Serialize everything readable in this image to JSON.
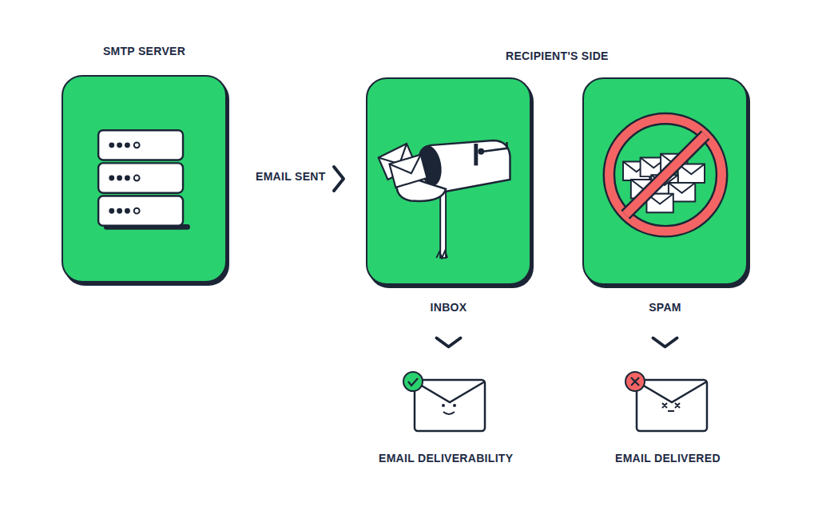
{
  "diagram": {
    "nodes": [
      {
        "text": [
          "SMTP SERVER"
        ]
      },
      {
        "text": [
          "INBOX"
        ]
      },
      {
        "text": [
          "SPAM"
        ]
      },
      {
        "text": [
          "EMAIL DELIVERABILITY"
        ]
      },
      {
        "text": [
          "EMAIL DELIVERED"
        ]
      }
    ],
    "edges": [
      {
        "from": 0,
        "to": 1,
        "label": "EMAIL SENT",
        "arrow": "to"
      },
      {
        "from": 1,
        "to": 3,
        "arrow": "to"
      },
      {
        "from": 2,
        "to": 4,
        "arrow": "to"
      }
    ],
    "labels": [
      "RECIPIENT'S SIDE"
    ]
  }
}
